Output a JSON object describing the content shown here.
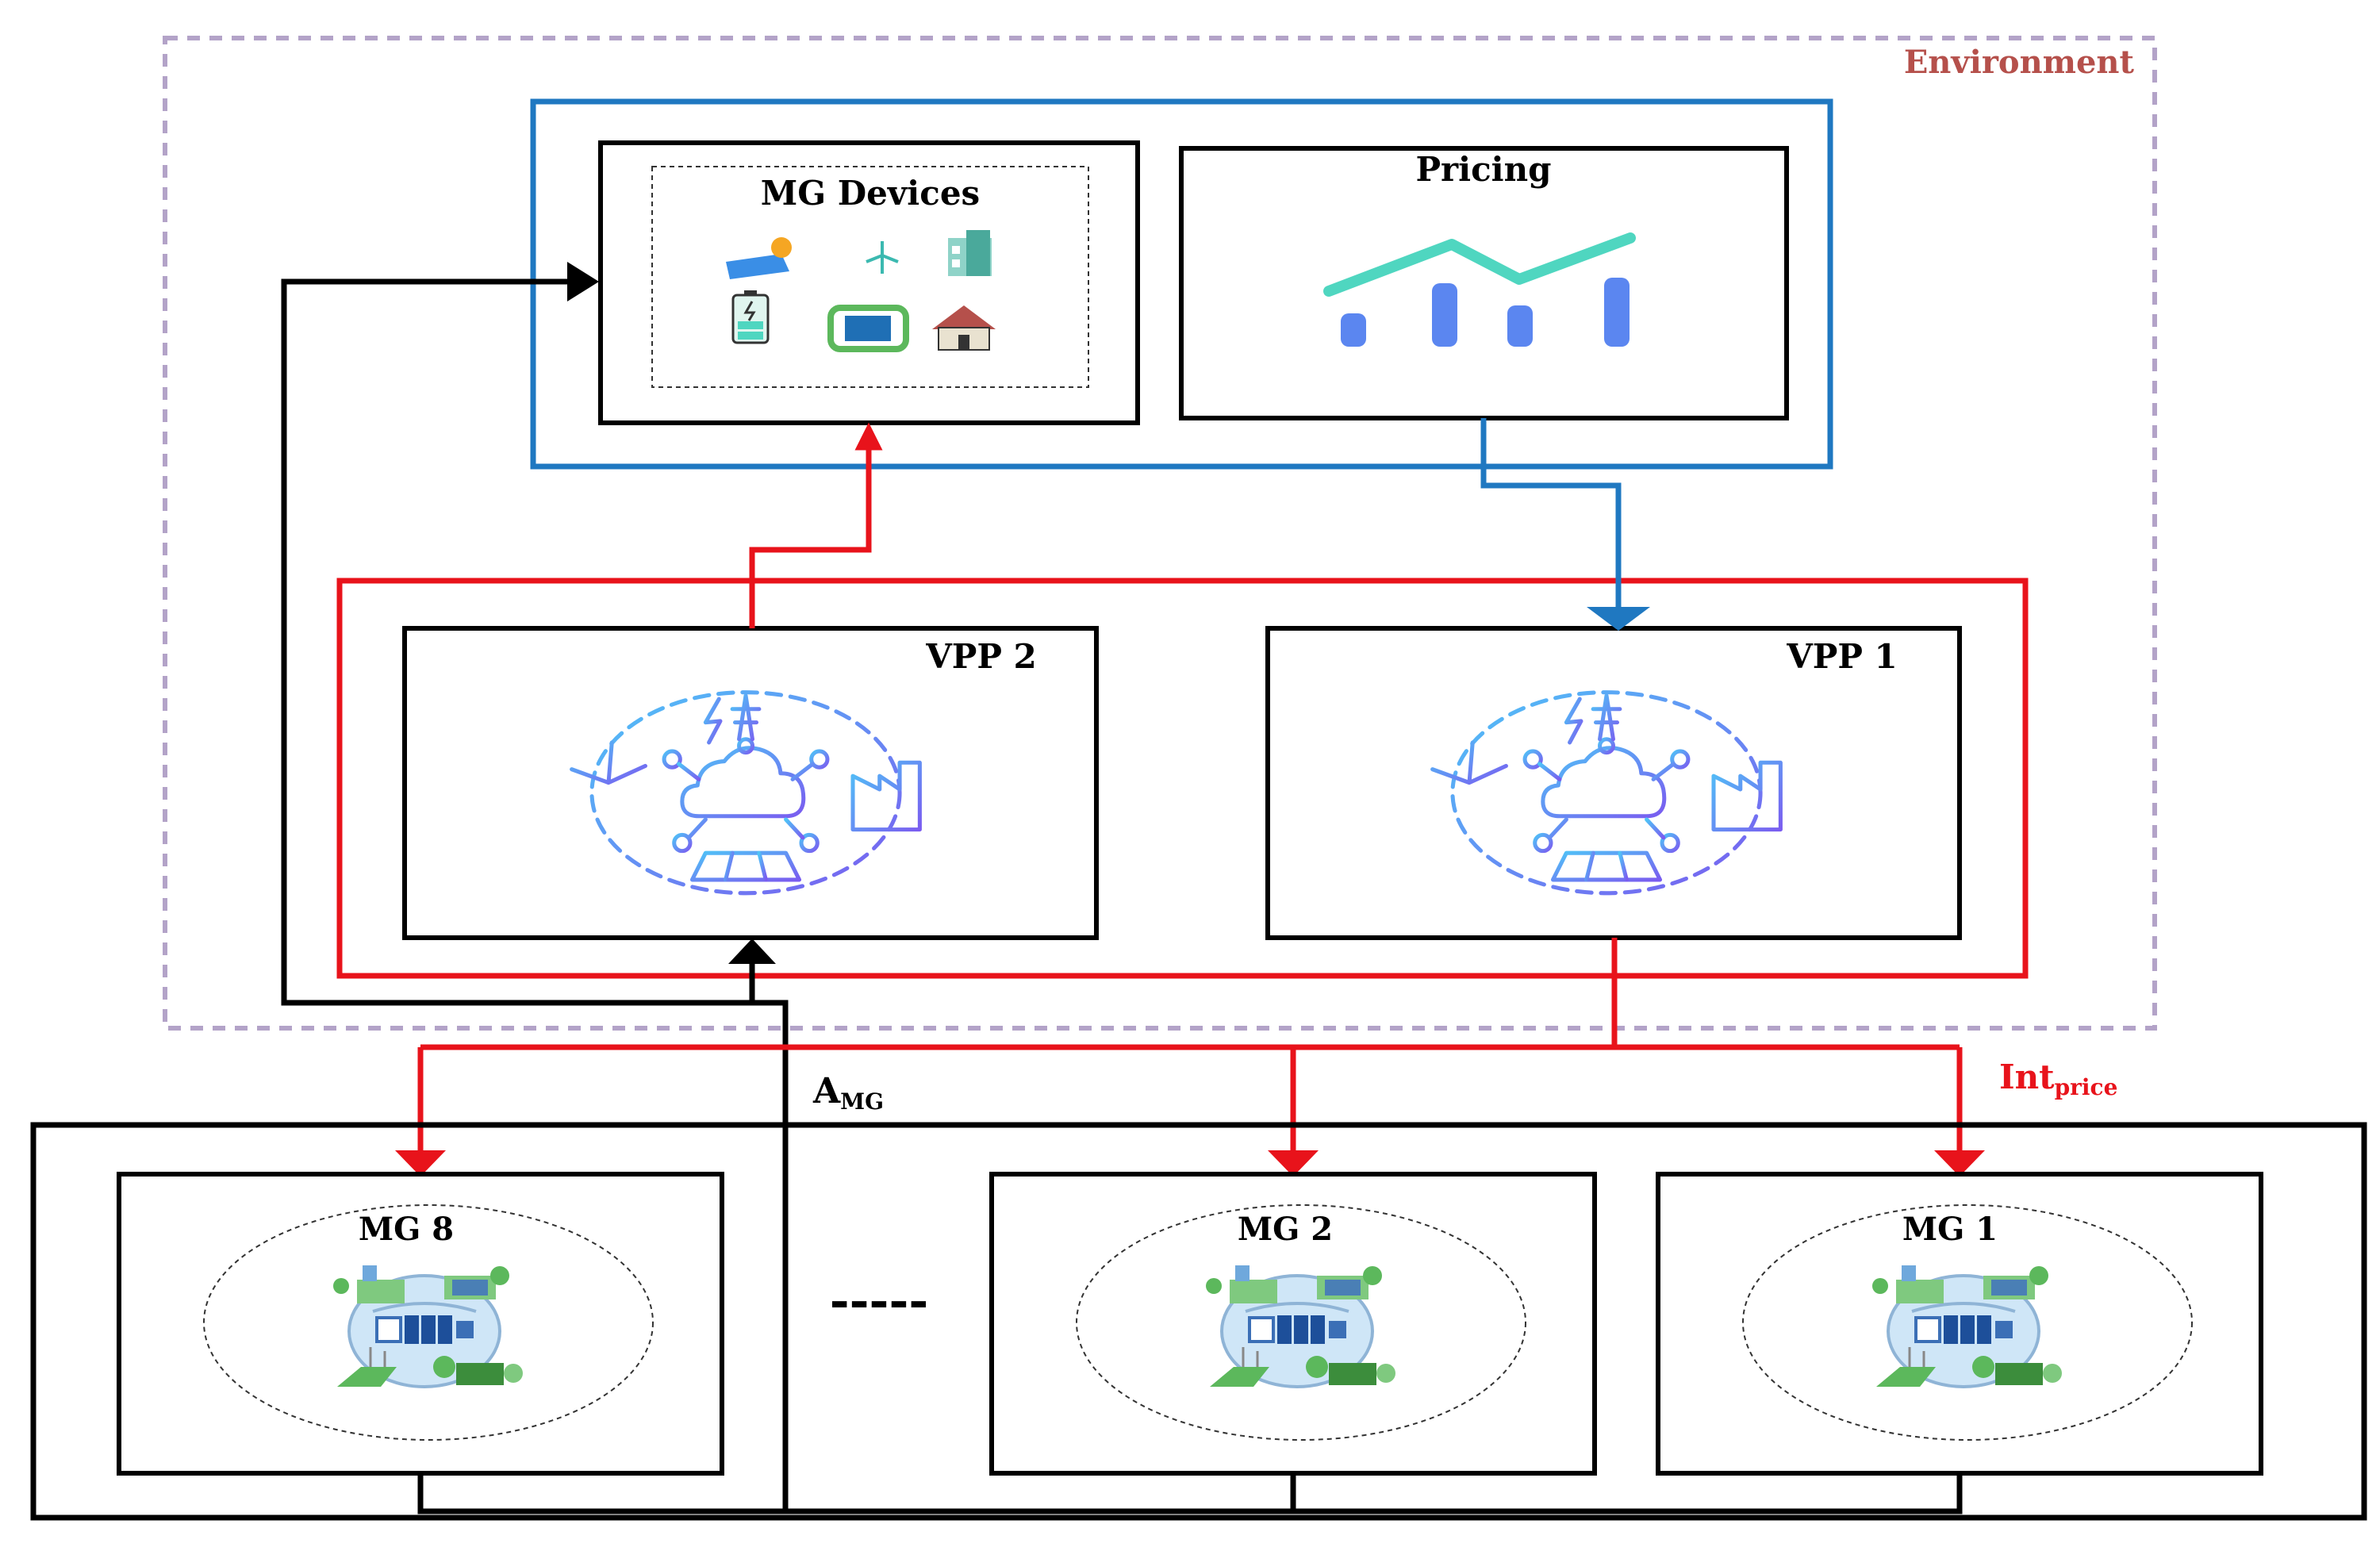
{
  "labels": {
    "environment": "Environment",
    "mg_devices": "MG Devices",
    "pricing": "Pricing",
    "vpp2": "VPP 2",
    "vpp1": "VPP 1",
    "a_mg_main": "A",
    "a_mg_sub": "MG",
    "int_price_main": "Int",
    "int_price_sub": "price",
    "mg8": "MG 8",
    "mg2": "MG 2",
    "mg1": "MG 1",
    "ellipsis": "-----"
  },
  "colors": {
    "environment_border": "#b3a3c8",
    "environment_text": "#b5504b",
    "blue_box": "#1f78c1",
    "red_box": "#e8131b",
    "black": "#000000",
    "pricing_line": "#4fd6c0",
    "pricing_bars": "#5b86f0",
    "vpp_icon_start": "#4fc3f7",
    "vpp_icon_end": "#7a5cf0",
    "int_price_text": "#e8131b"
  },
  "icons": {
    "mg_devices": [
      "solar-panel-icon",
      "wind-turbine-icon",
      "building-icon",
      "battery-icon",
      "generator-icon",
      "house-icon"
    ],
    "pricing": "pricing-chart-icon",
    "vpp": "virtual-power-plant-icon",
    "mg": "microgrid-icon"
  }
}
